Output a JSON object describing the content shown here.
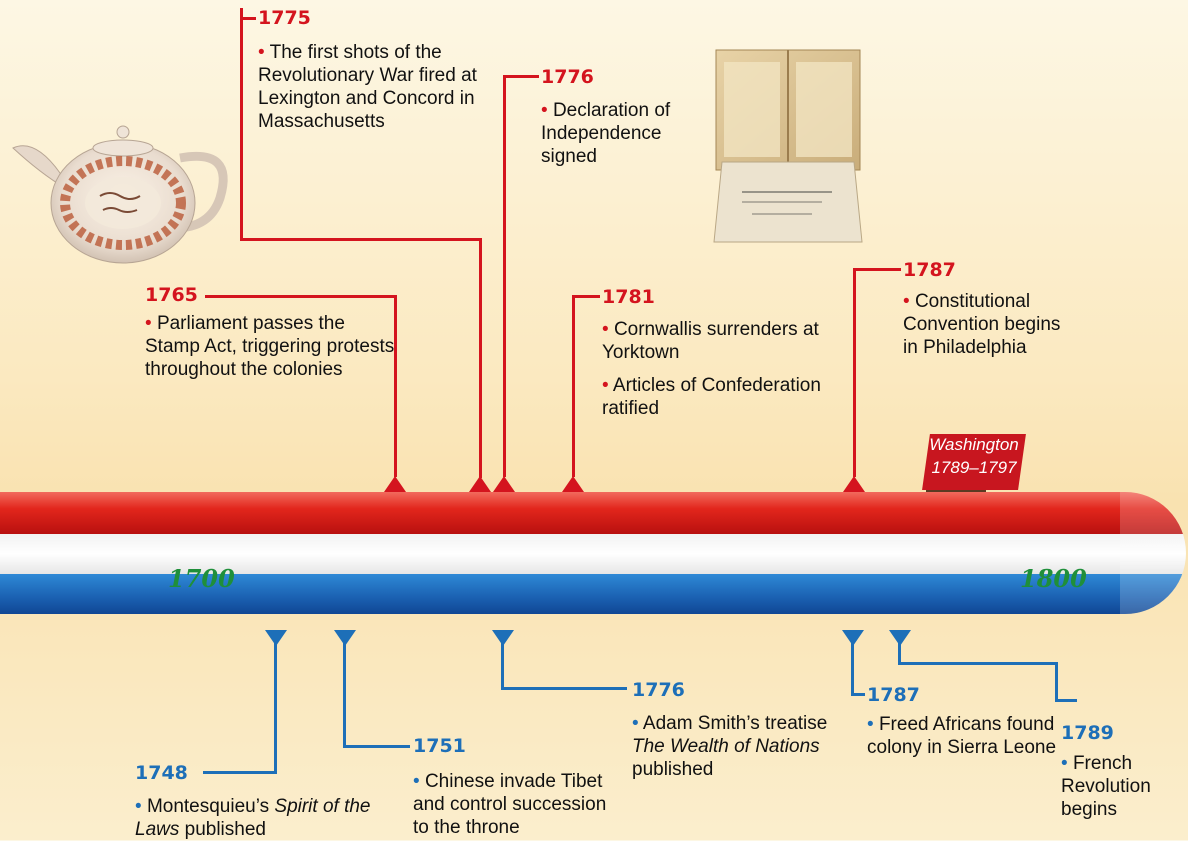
{
  "axis": {
    "start_label": "1700",
    "end_label": "1800"
  },
  "colors": {
    "red": "#d4141e",
    "blue": "#1d6fb8",
    "green": "#1f8f3a"
  },
  "events_top": [
    {
      "year": "1765",
      "items": [
        "Parliament passes the Stamp Act, triggering protests throughout the colonies"
      ]
    },
    {
      "year": "1775",
      "items": [
        "The first shots of the Revolutionary War fired at Lexington and Concord in Massachusetts"
      ]
    },
    {
      "year": "1776",
      "items": [
        "Declaration of Independence signed"
      ]
    },
    {
      "year": "1781",
      "items": [
        "Cornwallis surrenders at Yorktown",
        "Articles of Confederation ratified"
      ]
    },
    {
      "year": "1787",
      "items": [
        "Constitutional Convention begins in Philadelphia"
      ]
    }
  ],
  "events_bottom": [
    {
      "year": "1748",
      "pre": "Montesquieu’s ",
      "title": "Spirit of the Laws",
      "post": " published"
    },
    {
      "year": "1751",
      "text": "Chinese invade Tibet and control succession to the throne"
    },
    {
      "year": "1776",
      "pre": "Adam Smith’s treatise ",
      "title": "The Wealth of Nations",
      "post": " published"
    },
    {
      "year": "1787",
      "text": "Freed Africans found colony in Sierra Leone"
    },
    {
      "year": "1789",
      "text": "French Revolution begins"
    }
  ],
  "president": {
    "name": "Washington",
    "term": "1789–1797"
  }
}
